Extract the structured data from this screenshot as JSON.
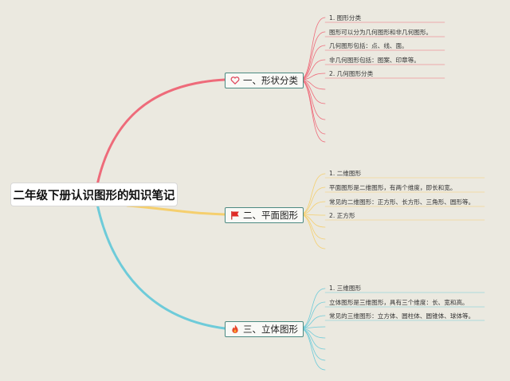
{
  "root": {
    "title": "二年级下册认识图形的知识笔记"
  },
  "branches": [
    {
      "label": "一、形状分类",
      "icon": "heart-icon",
      "color": "#ee6b7a",
      "items": [
        "1. 图形分类",
        "图形可以分为几何图形和非几何图形。",
        "几何图形包括：点、线、面。",
        "非几何图形包括：图案、印章等。",
        "2. 几何图形分类"
      ]
    },
    {
      "label": "二、平面图形",
      "icon": "flag-icon",
      "color": "#f5cf6e",
      "items": [
        "1. 二维图形",
        "平面图形是二维图形，有两个维度，即长和宽。",
        "常见的二维图形：正方形、长方形、三角形、圆形等。",
        "2. 正方形"
      ]
    },
    {
      "label": "三、立体图形",
      "icon": "flame-icon",
      "color": "#6ecbd9",
      "items": [
        "1. 三维图形",
        "立体图形是三维图形，具有三个维度：长、宽和高。",
        "常见的三维图形：立方体、圆柱体、圆锥体、球体等。"
      ]
    }
  ]
}
